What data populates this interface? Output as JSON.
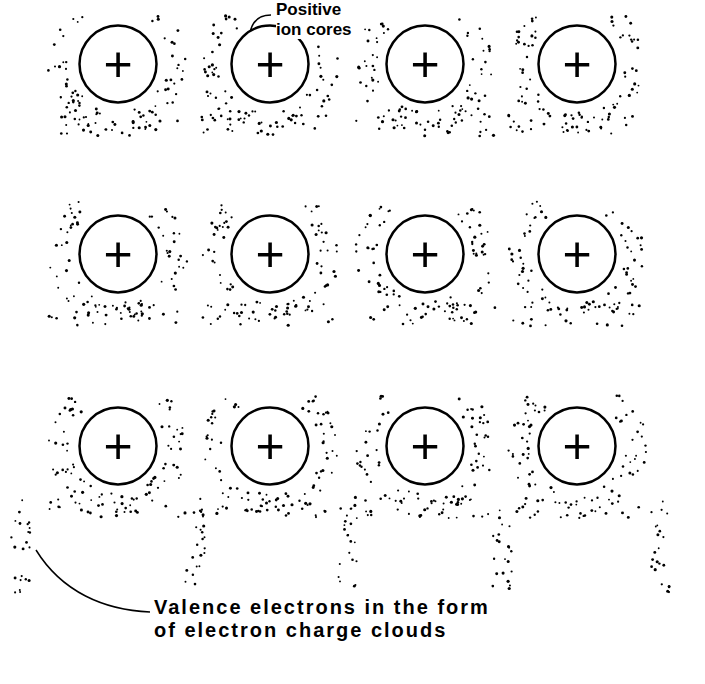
{
  "diagram": {
    "nodes": [
      {
        "text": [
          "+"
        ]
      },
      {
        "text": [
          "+"
        ]
      },
      {
        "text": [
          "+"
        ]
      },
      {
        "text": [
          "+"
        ]
      },
      {
        "text": [
          "+"
        ]
      },
      {
        "text": [
          "+"
        ]
      },
      {
        "text": [
          "+"
        ]
      },
      {
        "text": [
          "+"
        ]
      },
      {
        "text": [
          "+"
        ]
      },
      {
        "text": [
          "+"
        ]
      },
      {
        "text": [
          "+"
        ]
      },
      {
        "text": [
          "+"
        ]
      }
    ],
    "labels": [
      "Positive ion cores",
      "Valence electrons in the form of electron charge clouds"
    ]
  }
}
